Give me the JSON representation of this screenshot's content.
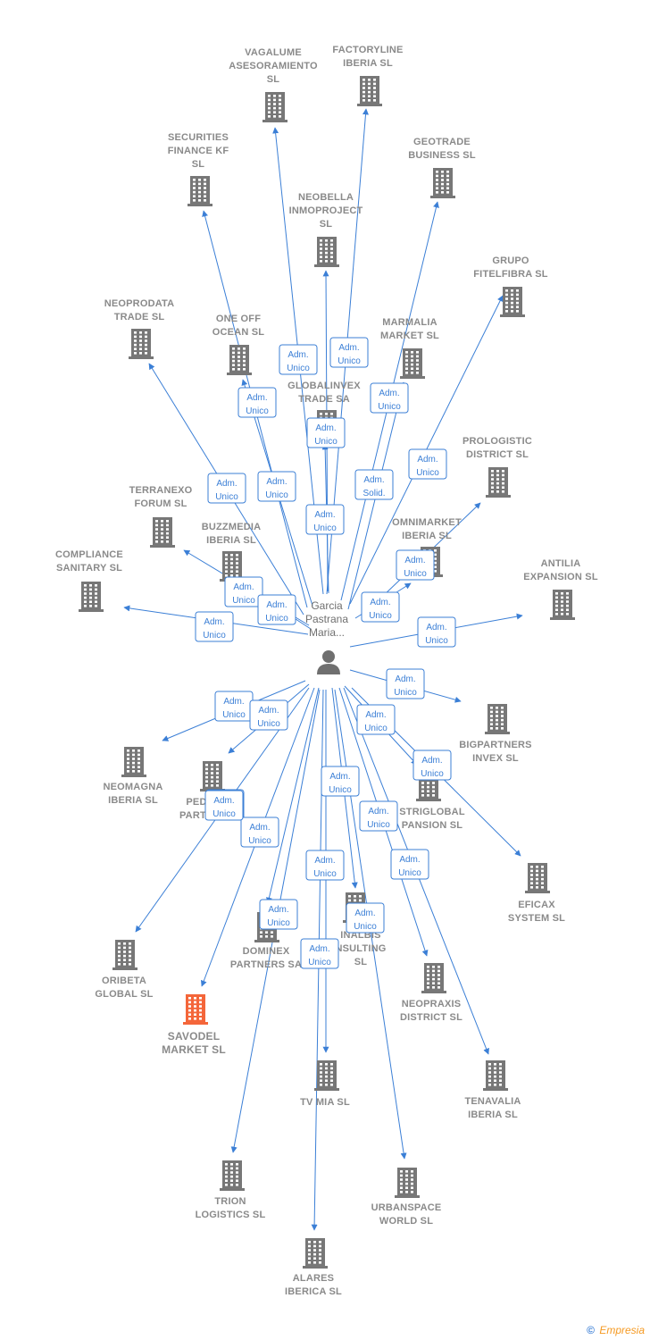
{
  "center": {
    "name_lines": [
      "Garcia",
      "Pastrana",
      "Maria..."
    ],
    "icon": "person-icon"
  },
  "colors": {
    "edge": "#3b7fd6",
    "building": "#777777",
    "building_highlight": "#f4663a",
    "label": "#8a8a8a"
  },
  "companies": [
    {
      "id": "vagalume",
      "name_lines": [
        "VAGALUME",
        "ASESORAMIENTO",
        "SL"
      ],
      "role": [
        "Adm.",
        "Unico"
      ]
    },
    {
      "id": "factoryline",
      "name_lines": [
        "FACTORYLINE",
        "IBERIA  SL"
      ],
      "role": [
        "Adm.",
        "Unico"
      ]
    },
    {
      "id": "securities",
      "name_lines": [
        "SECURITIES",
        "FINANCE KF",
        "SL"
      ],
      "role": [
        "Adm.",
        "Unico"
      ]
    },
    {
      "id": "geotrade",
      "name_lines": [
        "GEOTRADE",
        "BUSINESS  SL"
      ],
      "role": [
        "Adm.",
        "Unico"
      ]
    },
    {
      "id": "neobella",
      "name_lines": [
        "NEOBELLA",
        "INMOPROJECT",
        "SL"
      ],
      "role": [
        "Adm.",
        "Unico"
      ]
    },
    {
      "id": "grupo",
      "name_lines": [
        "GRUPO",
        "FITELFIBRA  SL"
      ],
      "role": [
        "Adm.",
        "Unico"
      ]
    },
    {
      "id": "neoprodata",
      "name_lines": [
        "NEOPRODATA",
        "TRADE  SL"
      ],
      "role": [
        "Adm.",
        "Unico"
      ]
    },
    {
      "id": "oneoff",
      "name_lines": [
        "ONE OFF",
        "OCEAN  SL"
      ],
      "role": [
        "Adm.",
        "Unico"
      ]
    },
    {
      "id": "marmalia",
      "name_lines": [
        "MARMALIA",
        "MARKET  SL"
      ],
      "role": [
        "Adm.",
        "Solid."
      ]
    },
    {
      "id": "globalinvex",
      "name_lines": [
        "GLOBALINVEX",
        "TRADE SA"
      ],
      "role": [
        "Adm.",
        "Unico"
      ]
    },
    {
      "id": "prologistic",
      "name_lines": [
        "PROLOGISTIC",
        "DISTRICT  SL"
      ],
      "role": [
        "Adm.",
        "Unico"
      ]
    },
    {
      "id": "terranexo",
      "name_lines": [
        "TERRANEXO",
        "FORUM  SL"
      ],
      "role": [
        "Adm.",
        "Unico"
      ]
    },
    {
      "id": "omnimarket",
      "name_lines": [
        "OMNIMARKET",
        "IBERIA  SL"
      ],
      "role": [
        "Adm.",
        "Unico"
      ]
    },
    {
      "id": "buzzmedia",
      "name_lines": [
        "BUZZMEDIA",
        "IBERIA  SL"
      ],
      "role": [
        "Adm.",
        "Unico"
      ]
    },
    {
      "id": "compliance",
      "name_lines": [
        "COMPLIANCE",
        "SANITARY  SL"
      ],
      "role": [
        "Adm.",
        "Unico"
      ]
    },
    {
      "id": "antilia",
      "name_lines": [
        "ANTILIA",
        "EXPANSION  SL"
      ],
      "role": [
        "Adm.",
        "Unico"
      ]
    },
    {
      "id": "bigpartners",
      "name_lines": [
        "BIGPARTNERS",
        "INVEX  SL"
      ],
      "role": [
        "Adm.",
        "Unico"
      ]
    },
    {
      "id": "neomagna",
      "name_lines": [
        "NEOMAGNA",
        "IBERIA  SL"
      ],
      "role": [
        "Adm.",
        "Unico"
      ]
    },
    {
      "id": "pedro",
      "name_lines": [
        "PED",
        "PARTN"
      ],
      "role": [
        "Adm.",
        "Unico"
      ]
    },
    {
      "id": "strglobal",
      "name_lines": [
        "STRIGLOBAL",
        "PANSION  SL"
      ],
      "role": [
        "Adm.",
        "Unico"
      ]
    },
    {
      "id": "eficax",
      "name_lines": [
        "EFICAX",
        "SYSTEM SL"
      ],
      "role": [
        "Adm.",
        "Unico"
      ]
    },
    {
      "id": "oribeta",
      "name_lines": [
        "ORIBETA",
        "GLOBAL  SL"
      ],
      "role": [
        "Adm.",
        "Unico"
      ]
    },
    {
      "id": "dominex",
      "name_lines": [
        "DOMINEX",
        "PARTNERS SA"
      ],
      "role": [
        "Adm.",
        "Unico"
      ]
    },
    {
      "id": "inalbis",
      "name_lines": [
        "INALBIS",
        "NSULTING",
        "SL"
      ],
      "role": [
        "Adm.",
        "Unico"
      ]
    },
    {
      "id": "neopraxis",
      "name_lines": [
        "NEOPRAXIS",
        "DISTRICT  SL"
      ],
      "role": [
        "Adm.",
        "Unico"
      ]
    },
    {
      "id": "savodel",
      "name_lines": [
        "SAVODEL",
        "MARKET  SL"
      ],
      "role": [
        "Adm.",
        "Unico"
      ],
      "highlight": true
    },
    {
      "id": "tvmia",
      "name_lines": [
        "TV MIA  SL"
      ],
      "role": [
        "Adm.",
        "Unico"
      ]
    },
    {
      "id": "tenavalia",
      "name_lines": [
        "TENAVALIA",
        "IBERIA  SL"
      ],
      "role": [
        "Adm.",
        "Unico"
      ]
    },
    {
      "id": "trion",
      "name_lines": [
        "TRION",
        "LOGISTICS  SL"
      ],
      "role": [
        "Adm.",
        "Unico"
      ]
    },
    {
      "id": "urbanspace",
      "name_lines": [
        "URBANSPACE",
        "WORLD  SL"
      ],
      "role": [
        "Adm.",
        "Unico"
      ]
    },
    {
      "id": "alares",
      "name_lines": [
        "ALARES",
        "IBERICA  SL"
      ],
      "role": [
        "Adm.",
        "Unico"
      ]
    }
  ],
  "footer": {
    "copyright": "©",
    "brand": "Empresia"
  }
}
